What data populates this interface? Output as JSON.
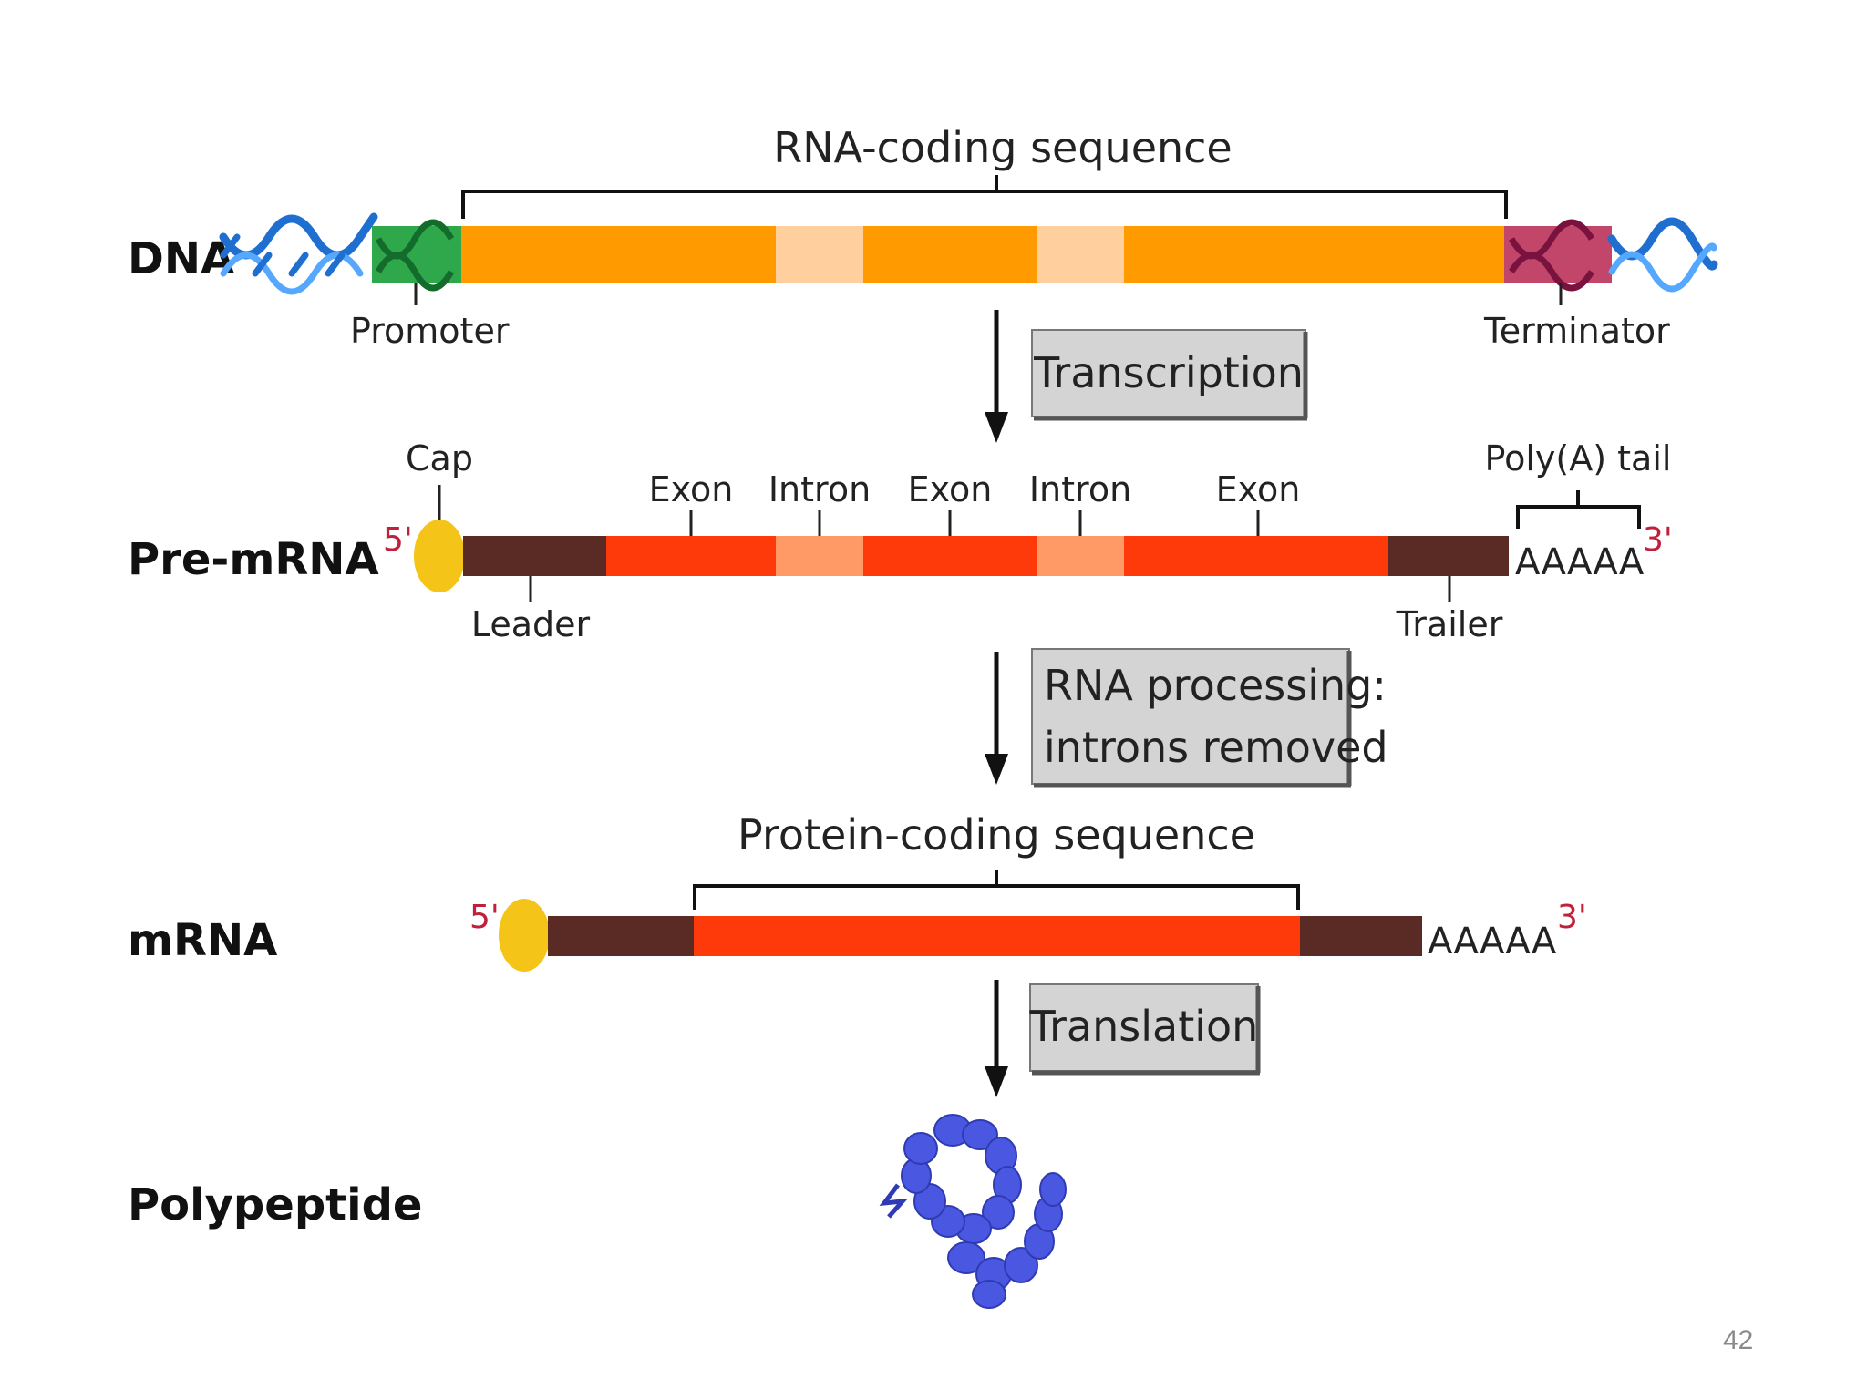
{
  "colors": {
    "dna_helix": "#1f6fd0",
    "promoter": "#2ea84a",
    "terminator": "#c2456a",
    "exon_dna": "#ff9a00",
    "intron_dna": "#ffcf9e",
    "leader_trailer": "#5a2a25",
    "exon_rna": "#ff3a0a",
    "intron_rna": "#ff9a66",
    "cap": "#f4c518",
    "polypeptide": "#4a57e0",
    "process_box": "#d4d4d4"
  },
  "rows": {
    "dna": "DNA",
    "pre_mrna": "Pre-mRNA",
    "mrna": "mRNA",
    "polypeptide": "Polypeptide"
  },
  "dna": {
    "bracket_label": "RNA-coding sequence",
    "promoter": "Promoter",
    "terminator": "Terminator"
  },
  "pre_mrna": {
    "cap": "Cap",
    "five_prime": "5'",
    "three_prime": "3'",
    "leader": "Leader",
    "trailer": "Trailer",
    "exon_1": "Exon",
    "intron_1": "Intron",
    "exon_2": "Exon",
    "intron_2": "Intron",
    "exon_3": "Exon",
    "poly_a_tail": "Poly(A) tail",
    "poly_a": "AAAAA"
  },
  "mrna": {
    "bracket_label": "Protein-coding sequence",
    "five_prime": "5'",
    "three_prime": "3'",
    "poly_a": "AAAAA"
  },
  "steps": {
    "transcription": "Transcription",
    "processing_line1": "RNA processing:",
    "processing_line2": "introns removed",
    "translation": "Translation"
  },
  "page_number": "42"
}
